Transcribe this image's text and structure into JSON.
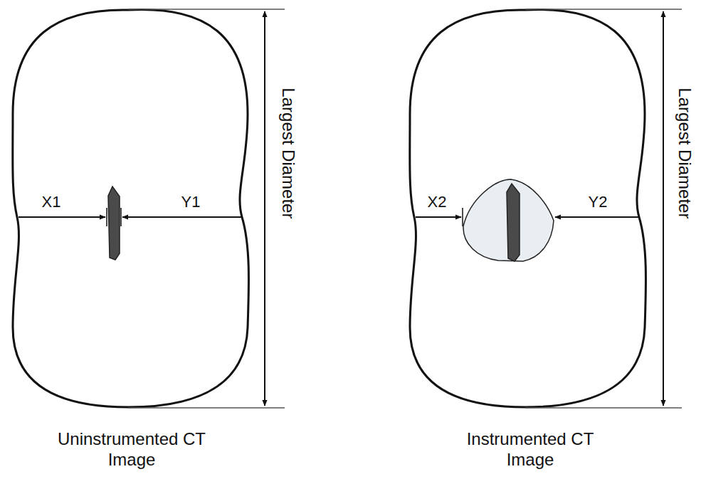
{
  "diagram": {
    "labels": [
      "X1",
      "Y1",
      "Largest Diameter",
      "Uninstrumented CT Image",
      "X2",
      "Y2",
      "Largest Diameter",
      "Instrumented CT Image"
    ]
  }
}
